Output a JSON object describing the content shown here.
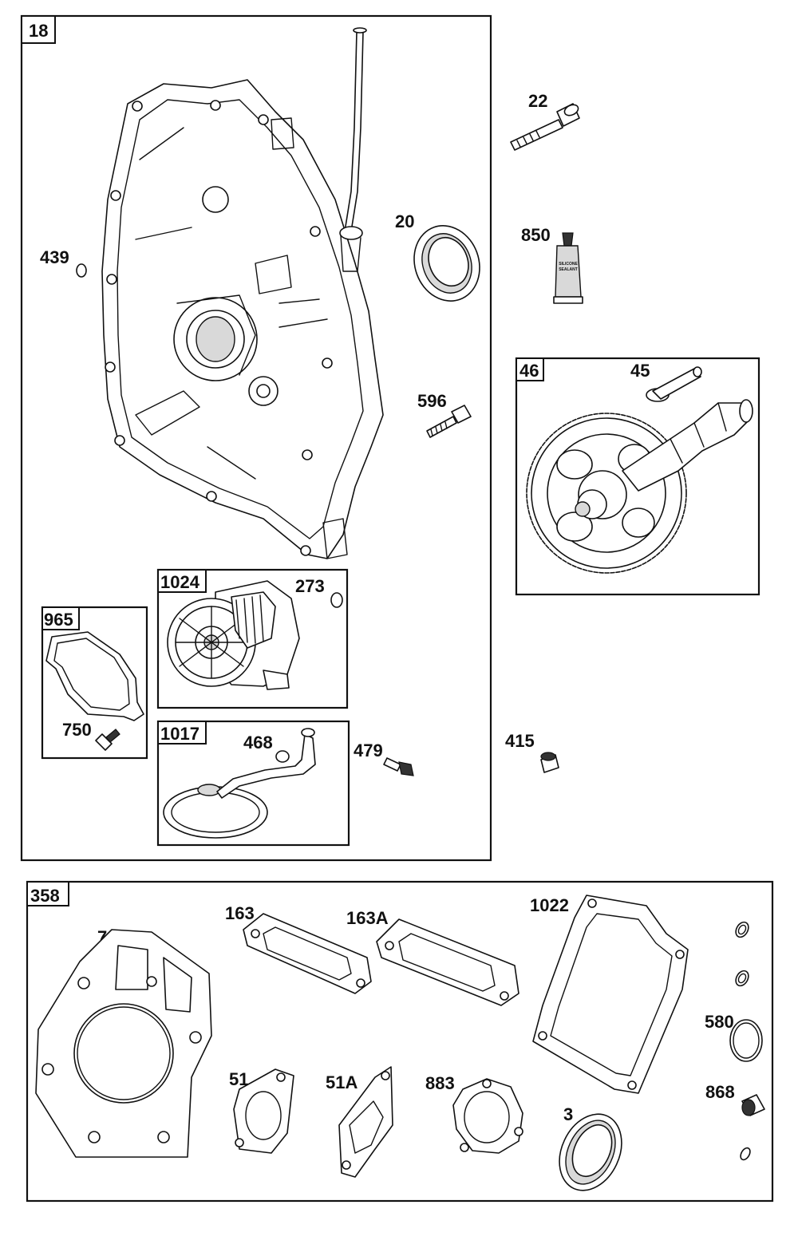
{
  "groups": {
    "g18": "18",
    "g358": "358",
    "g46": "46",
    "g965": "965",
    "g1024": "1024",
    "g1017": "1017"
  },
  "labels": {
    "p22": "22",
    "p20": "20",
    "p850": "850",
    "p439": "439",
    "p596": "596",
    "p45": "45",
    "p273": "273",
    "p750": "750",
    "p468": "468",
    "p479": "479",
    "p415": "415",
    "p7": "7",
    "p163": "163",
    "p163A": "163A",
    "p1022": "1022",
    "p580": "580",
    "p51": "51",
    "p51A": "51A",
    "p883": "883",
    "p3": "3",
    "p868": "868"
  },
  "sealant_tube_text": [
    "SILICONE",
    "SEALANT"
  ]
}
